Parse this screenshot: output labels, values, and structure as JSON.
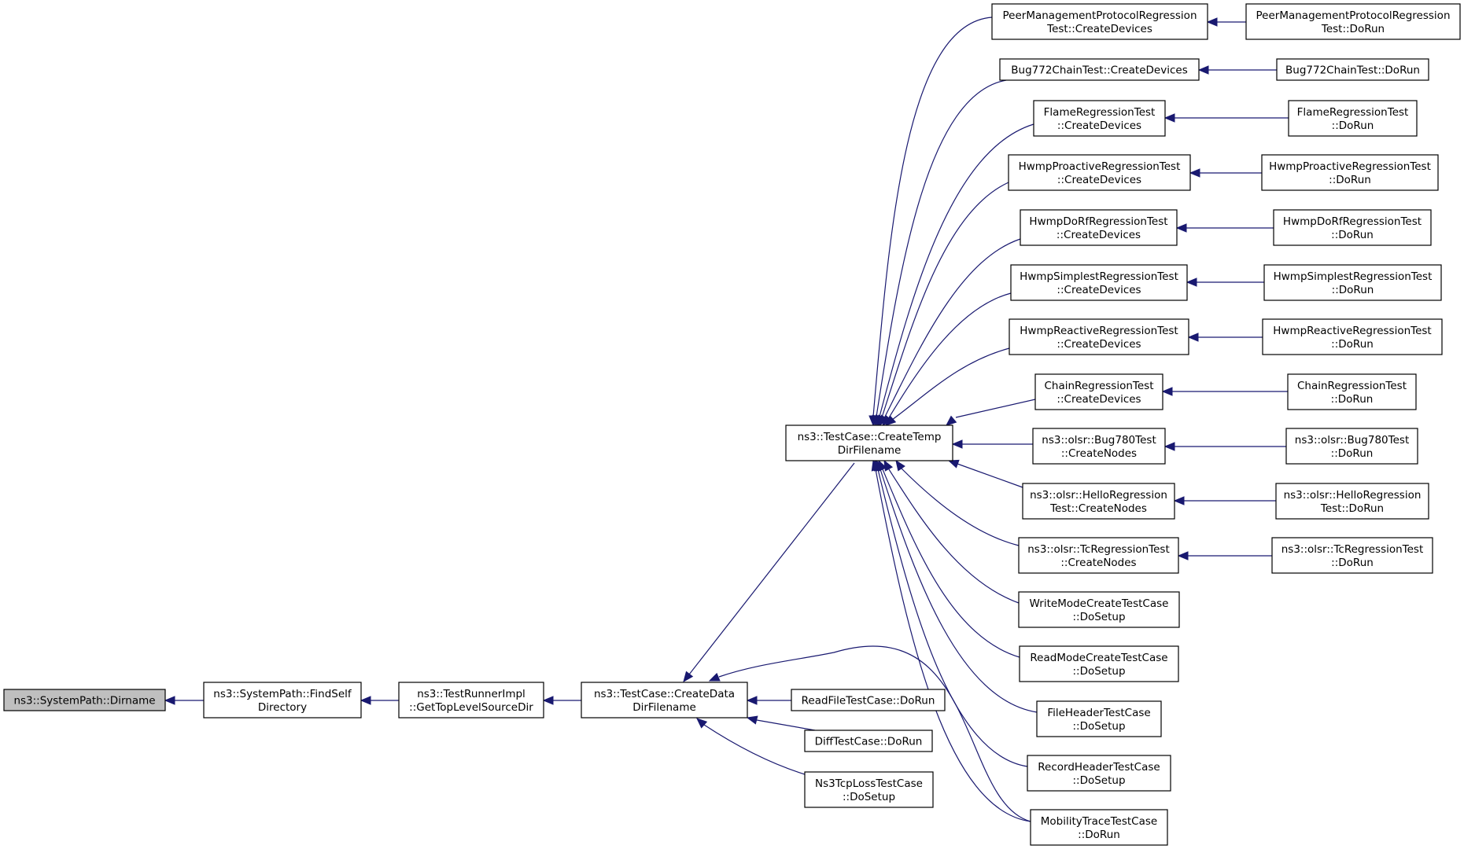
{
  "graph": {
    "nodes": [
      {
        "id": "dirname",
        "lines": [
          "ns3::SystemPath::Dirname"
        ],
        "current": true
      },
      {
        "id": "findself",
        "lines": [
          "ns3::SystemPath::FindSelf",
          "Directory"
        ]
      },
      {
        "id": "gettop",
        "lines": [
          "ns3::TestRunnerImpl",
          "::GetTopLevelSourceDir"
        ]
      },
      {
        "id": "createdata",
        "lines": [
          "ns3::TestCase::CreateData",
          "DirFilename"
        ]
      },
      {
        "id": "createtemp",
        "lines": [
          "ns3::TestCase::CreateTemp",
          "DirFilename"
        ]
      },
      {
        "id": "readfile",
        "lines": [
          "ReadFileTestCase::DoRun"
        ]
      },
      {
        "id": "difftest",
        "lines": [
          "DiffTestCase::DoRun"
        ]
      },
      {
        "id": "ns3tcploss",
        "lines": [
          "Ns3TcpLossTestCase",
          "::DoSetup"
        ]
      },
      {
        "id": "peer_cd",
        "lines": [
          "PeerManagementProtocolRegression",
          "Test::CreateDevices"
        ]
      },
      {
        "id": "bug772_cd",
        "lines": [
          "Bug772ChainTest::CreateDevices"
        ]
      },
      {
        "id": "flame_cd",
        "lines": [
          "FlameRegressionTest",
          "::CreateDevices"
        ]
      },
      {
        "id": "hwmpproactive_cd",
        "lines": [
          "HwmpProactiveRegressionTest",
          "::CreateDevices"
        ]
      },
      {
        "id": "hwmpdorf_cd",
        "lines": [
          "HwmpDoRfRegressionTest",
          "::CreateDevices"
        ]
      },
      {
        "id": "hwmpsimplest_cd",
        "lines": [
          "HwmpSimplestRegressionTest",
          "::CreateDevices"
        ]
      },
      {
        "id": "hwmpreactive_cd",
        "lines": [
          "HwmpReactiveRegressionTest",
          "::CreateDevices"
        ]
      },
      {
        "id": "chain_cd",
        "lines": [
          "ChainRegressionTest",
          "::CreateDevices"
        ]
      },
      {
        "id": "bug780_cn",
        "lines": [
          "ns3::olsr::Bug780Test",
          "::CreateNodes"
        ]
      },
      {
        "id": "hello_cn",
        "lines": [
          "ns3::olsr::HelloRegression",
          "Test::CreateNodes"
        ]
      },
      {
        "id": "tc_cn",
        "lines": [
          "ns3::olsr::TcRegressionTest",
          "::CreateNodes"
        ]
      },
      {
        "id": "writemode",
        "lines": [
          "WriteModeCreateTestCase",
          "::DoSetup"
        ]
      },
      {
        "id": "readmode",
        "lines": [
          "ReadModeCreateTestCase",
          "::DoSetup"
        ]
      },
      {
        "id": "fileheader",
        "lines": [
          "FileHeaderTestCase",
          "::DoSetup"
        ]
      },
      {
        "id": "recordheader",
        "lines": [
          "RecordHeaderTestCase",
          "::DoSetup"
        ]
      },
      {
        "id": "mobility",
        "lines": [
          "MobilityTraceTestCase",
          "::DoRun"
        ]
      },
      {
        "id": "peer_run",
        "lines": [
          "PeerManagementProtocolRegression",
          "Test::DoRun"
        ]
      },
      {
        "id": "bug772_run",
        "lines": [
          "Bug772ChainTest::DoRun"
        ]
      },
      {
        "id": "flame_run",
        "lines": [
          "FlameRegressionTest",
          "::DoRun"
        ]
      },
      {
        "id": "hwmpproactive_run",
        "lines": [
          "HwmpProactiveRegressionTest",
          "::DoRun"
        ]
      },
      {
        "id": "hwmpdorf_run",
        "lines": [
          "HwmpDoRfRegressionTest",
          "::DoRun"
        ]
      },
      {
        "id": "hwmpsimplest_run",
        "lines": [
          "HwmpSimplestRegressionTest",
          "::DoRun"
        ]
      },
      {
        "id": "hwmpreactive_run",
        "lines": [
          "HwmpReactiveRegressionTest",
          "::DoRun"
        ]
      },
      {
        "id": "chain_run",
        "lines": [
          "ChainRegressionTest",
          "::DoRun"
        ]
      },
      {
        "id": "bug780_run",
        "lines": [
          "ns3::olsr::Bug780Test",
          "::DoRun"
        ]
      },
      {
        "id": "hello_run",
        "lines": [
          "ns3::olsr::HelloRegression",
          "Test::DoRun"
        ]
      },
      {
        "id": "tc_run",
        "lines": [
          "ns3::olsr::TcRegressionTest",
          "::DoRun"
        ]
      }
    ],
    "edges": [
      {
        "from": "findself",
        "to": "dirname"
      },
      {
        "from": "gettop",
        "to": "findself"
      },
      {
        "from": "createdata",
        "to": "gettop"
      },
      {
        "from": "createtemp",
        "to": "createdata"
      },
      {
        "from": "readfile",
        "to": "createdata"
      },
      {
        "from": "difftest",
        "to": "createdata"
      },
      {
        "from": "ns3tcploss",
        "to": "createdata"
      },
      {
        "from": "mobility",
        "to": "createdata"
      },
      {
        "from": "peer_cd",
        "to": "createtemp"
      },
      {
        "from": "bug772_cd",
        "to": "createtemp"
      },
      {
        "from": "flame_cd",
        "to": "createtemp"
      },
      {
        "from": "hwmpproactive_cd",
        "to": "createtemp"
      },
      {
        "from": "hwmpdorf_cd",
        "to": "createtemp"
      },
      {
        "from": "hwmpsimplest_cd",
        "to": "createtemp"
      },
      {
        "from": "hwmpreactive_cd",
        "to": "createtemp"
      },
      {
        "from": "chain_cd",
        "to": "createtemp"
      },
      {
        "from": "bug780_cn",
        "to": "createtemp"
      },
      {
        "from": "hello_cn",
        "to": "createtemp"
      },
      {
        "from": "tc_cn",
        "to": "createtemp"
      },
      {
        "from": "writemode",
        "to": "createtemp"
      },
      {
        "from": "readmode",
        "to": "createtemp"
      },
      {
        "from": "fileheader",
        "to": "createtemp"
      },
      {
        "from": "recordheader",
        "to": "createtemp"
      },
      {
        "from": "mobility",
        "to": "createtemp"
      },
      {
        "from": "peer_run",
        "to": "peer_cd"
      },
      {
        "from": "bug772_run",
        "to": "bug772_cd"
      },
      {
        "from": "flame_run",
        "to": "flame_cd"
      },
      {
        "from": "hwmpproactive_run",
        "to": "hwmpproactive_cd"
      },
      {
        "from": "hwmpdorf_run",
        "to": "hwmpdorf_cd"
      },
      {
        "from": "hwmpsimplest_run",
        "to": "hwmpsimplest_cd"
      },
      {
        "from": "hwmpreactive_run",
        "to": "hwmpreactive_cd"
      },
      {
        "from": "chain_run",
        "to": "chain_cd"
      },
      {
        "from": "bug780_run",
        "to": "bug780_cn"
      },
      {
        "from": "hello_run",
        "to": "hello_cn"
      },
      {
        "from": "tc_run",
        "to": "tc_cn"
      }
    ],
    "colors": {
      "edge": "#191970",
      "current_fill": "#bfbfbf",
      "box_stroke": "#000000",
      "background": "#ffffff"
    }
  }
}
